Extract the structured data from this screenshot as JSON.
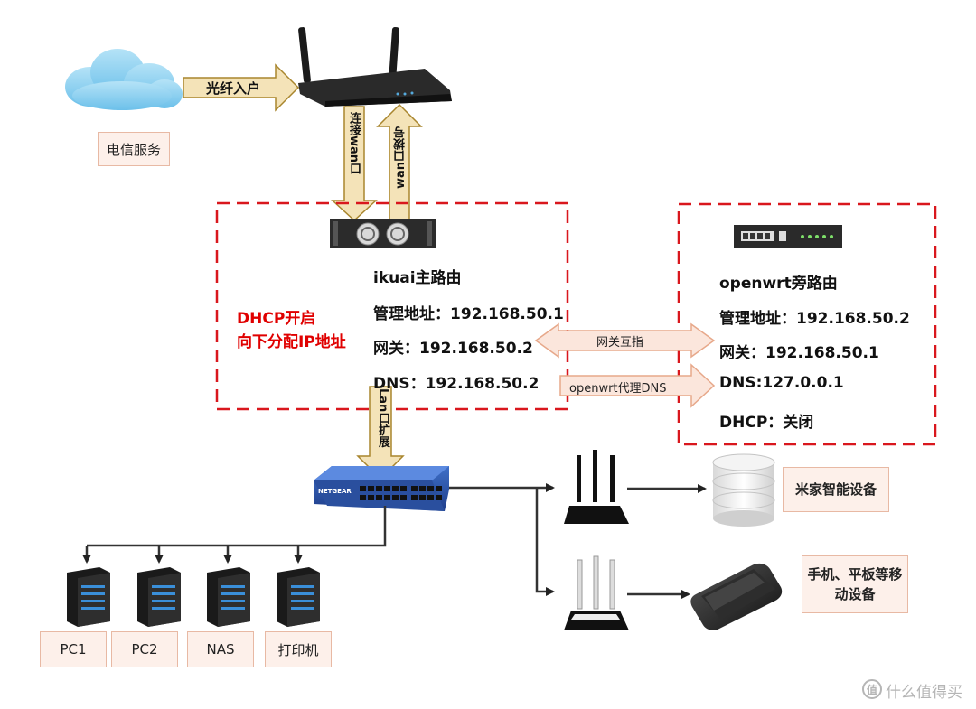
{
  "source": {
    "telecom_label": "电信服务",
    "fiber_label": "光纤入户"
  },
  "links": {
    "connect_wan": "连接wan口",
    "wan_dial": "wan口拨号",
    "lan_expand": "Lan口扩展",
    "gateway_mutual": "网关互指",
    "dns_proxy": "openwrt代理DNS"
  },
  "main_router": {
    "title": "ikuai主路由",
    "mgmt": "管理地址：192.168.50.1",
    "gateway": "网关：192.168.50.2",
    "dns": "DNS：192.168.50.2",
    "dhcp_line1": "DHCP开启",
    "dhcp_line2": "向下分配IP地址"
  },
  "bypass_router": {
    "title": "openwrt旁路由",
    "mgmt": "管理地址：192.168.50.2",
    "gateway": "网关：192.168.50.1",
    "dns": "DNS:127.0.0.1",
    "dhcp": "DHCP：关闭"
  },
  "switch_brand": "NETGEAR",
  "endpoints": {
    "pc1": "PC1",
    "pc2": "PC2",
    "nas": "NAS",
    "printer": "打印机",
    "mijia": "米家智能设备",
    "mobile_line1": "手机、平板等移",
    "mobile_line2": "动设备"
  },
  "watermark": "什么值得买",
  "colors": {
    "dashed_border": "#d9171d",
    "arrow_fill": "#f4e3b8",
    "arrow_stroke": "#a9862e",
    "pink_arrow_fill": "#fbe6dc",
    "pink_arrow_stroke": "#e7a88a",
    "cloud": "#8fd0ee",
    "server_led": "#3a8fd9"
  }
}
